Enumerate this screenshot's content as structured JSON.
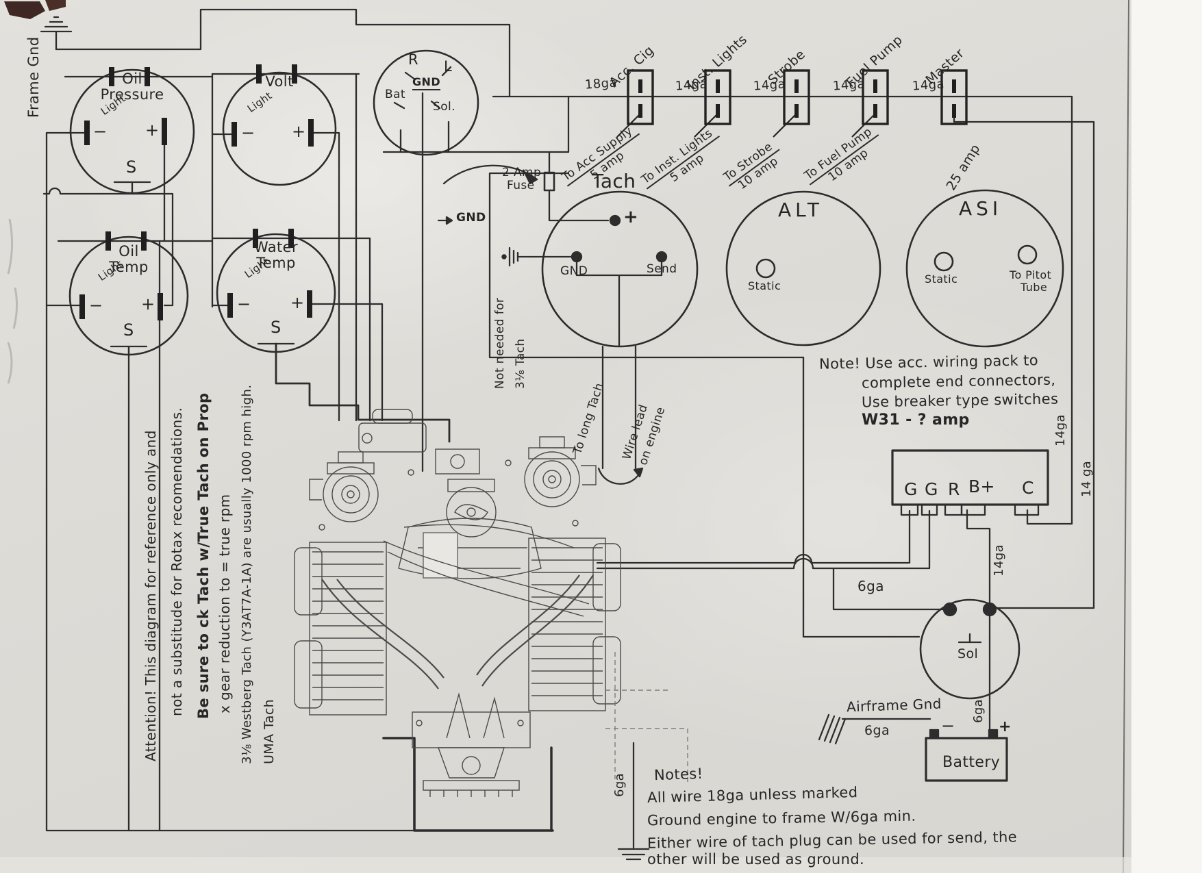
{
  "frame_gnd": "Frame Gnd",
  "gauges": {
    "oil_pressure": {
      "line1": "Oil",
      "line2": "Pressure",
      "light": "Light",
      "minus": "−",
      "plus": "+",
      "s": "S"
    },
    "volt": {
      "line1": "Volt",
      "light": "Light",
      "minus": "−",
      "plus": "+"
    },
    "oil_temp": {
      "line1": "Oil",
      "line2": "Temp",
      "light": "Light",
      "minus": "−",
      "plus": "+",
      "s": "S"
    },
    "water_temp": {
      "line1": "Water",
      "line2": "Temp",
      "light": "Light",
      "minus": "−",
      "plus": "+",
      "s": "S"
    }
  },
  "ignition": {
    "r": "R",
    "l": "L",
    "gnd": "GND",
    "bat": "Bat",
    "sol": "Sol."
  },
  "fuse": {
    "line1": "2 Amp",
    "line2": "Fuse"
  },
  "switch_row": {
    "feed_gauge": "18ga",
    "gauges": [
      "14ga",
      "14ga",
      "14ga",
      "14ga"
    ],
    "switches": [
      {
        "name": "Acc. Cig",
        "dest": "To Acc Supply",
        "amp": "5 amp"
      },
      {
        "name": "Inst. Lights",
        "dest": "To Inst. Lights",
        "amp": "5 amp"
      },
      {
        "name": "Strobe",
        "dest": "To Strobe",
        "amp": "10 amp"
      },
      {
        "name": "Fuel Pump",
        "dest": "To Fuel Pump",
        "amp": "10 amp"
      },
      {
        "name": "Master",
        "dest": "",
        "amp": "25 amp"
      }
    ]
  },
  "tach": {
    "title": "Tach",
    "plus": "+",
    "gnd": "GND",
    "send": "Send",
    "gnd_tag": "GND",
    "not_needed_line1": "Not needed for",
    "not_needed_line2": "3⅛ Tach",
    "to_long_tach": "To long Tach",
    "wire_lead_line1": "Wire lead",
    "wire_lead_line2": "on engine"
  },
  "alt_gauge": {
    "title": "ALT",
    "static": "Static"
  },
  "asi_gauge": {
    "title": "ASI",
    "static": "Static",
    "pitot_line1": "To Pitot",
    "pitot_line2": "Tube"
  },
  "note": {
    "line1": "Note! Use acc. wiring pack to",
    "line2": "complete end connectors,",
    "line3": "Use breaker type switches",
    "line4": "W31 - ? amp"
  },
  "regulator": {
    "t1": "G",
    "t2": "G",
    "t3": "R",
    "t4": "B+",
    "t5": "C"
  },
  "solenoid": {
    "label": "Sol"
  },
  "battery": {
    "label": "Battery",
    "plus": "+",
    "minus": "−"
  },
  "airframe_gnd": {
    "label": "Airframe Gnd",
    "gauge": "6ga"
  },
  "wire_labels": {
    "c_feed": "14ga",
    "master_feed": "14 ga",
    "bplus": "14ga",
    "solenoid_gnd": "6ga",
    "battery_pos": "6ga",
    "engine_gnd": "6ga"
  },
  "attention": {
    "line1": "Attention! This diagram for reference only and",
    "line2": "not a substitude for Rotax recomendations.",
    "line3": "Be sure to ck Tach w/True Tach on Prop",
    "line4": "x gear reduction to = true rpm",
    "line5": "3⅛ Westberg Tach (Y3AT7A-1A) are usually 1000 rpm high.",
    "line6": "UMA Tach"
  },
  "notes": {
    "line1": "Notes!",
    "line2": "All wire 18ga unless marked",
    "line3": "Ground engine to frame W/6ga min.",
    "line4": "Either wire of tach plug can be used for send, the",
    "line5": "other will be used as ground."
  }
}
